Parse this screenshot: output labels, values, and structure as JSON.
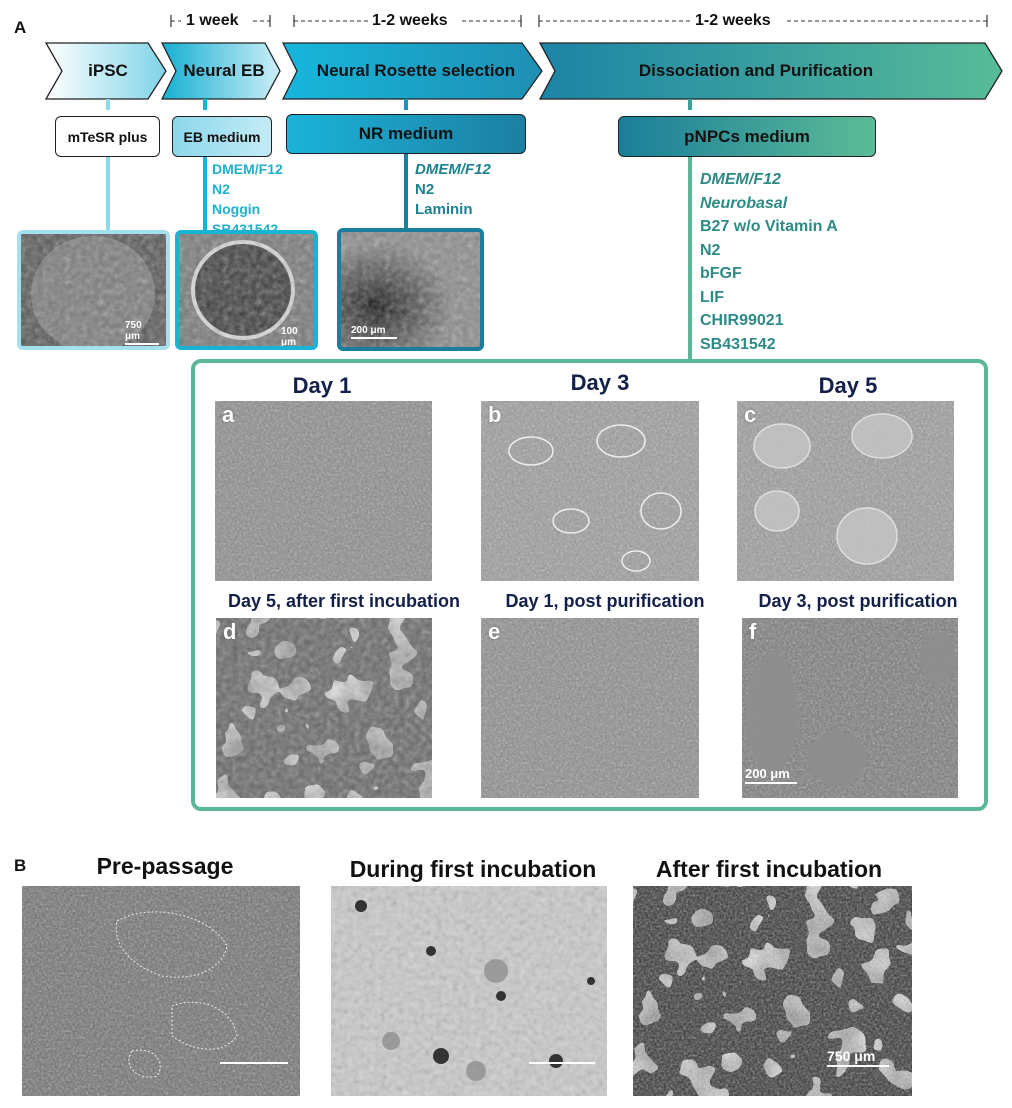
{
  "panel_a": {
    "letter": "A",
    "timeline": [
      {
        "label": "1 week"
      },
      {
        "label": "1-2 weeks"
      },
      {
        "label": "1-2 weeks"
      }
    ],
    "stages": [
      {
        "label": "iPSC"
      },
      {
        "label": "Neural EB"
      },
      {
        "label": "Neural Rosette selection"
      },
      {
        "label": "Dissociation and Purification"
      }
    ],
    "media": [
      {
        "label": "mTeSR plus"
      },
      {
        "label": "EB medium"
      },
      {
        "label": "NR medium"
      },
      {
        "label": "pNPCs medium"
      }
    ],
    "eb_recipe": [
      "DMEM/F12",
      "N2",
      "Noggin",
      "SB431542"
    ],
    "nr_recipe": [
      "DMEM/F12",
      "N2",
      "Laminin"
    ],
    "pnpc_recipe": [
      "DMEM/F12",
      "Neurobasal",
      "B27 w/o Vitamin A",
      "N2",
      "bFGF",
      "LIF",
      "CHIR99021",
      "SB431542"
    ],
    "stage_images": [
      {
        "scale": "750 μm"
      },
      {
        "scale": "100 μm"
      },
      {
        "scale": "200 μm"
      }
    ],
    "grid": {
      "titles": [
        "Day 1",
        "Day 3",
        "Day 5",
        "Day 5, after first incubation",
        "Day 1, post purification",
        "Day 3, post purification"
      ],
      "letters": [
        "a",
        "b",
        "c",
        "d",
        "e",
        "f"
      ],
      "scale": "200 μm"
    },
    "colors": {
      "light_cyan": "#8fd9ec",
      "cyan": "#19b3d3",
      "teal": "#1a7a95",
      "green": "#5bb896",
      "text_cyan": "#1fb1cf",
      "text_teal": "#1c8290",
      "text_green": "#2e8a85",
      "navy": "#13204a"
    }
  },
  "panel_b": {
    "letter": "B",
    "titles": [
      "Pre-passage",
      "During first incubation",
      "After first incubation"
    ],
    "scale": "750 μm"
  }
}
